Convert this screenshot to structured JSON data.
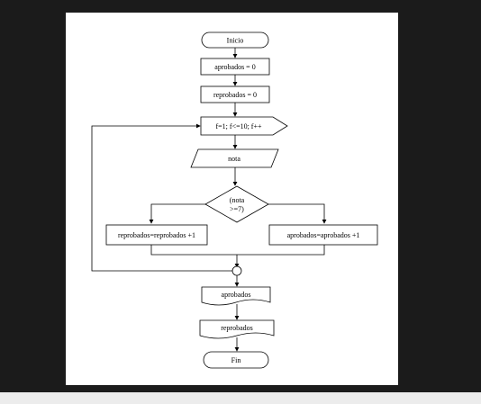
{
  "flowchart": {
    "start": "Inicio",
    "init_aprobados": "aprobados = 0",
    "init_reprobados": "reprobados = 0",
    "loop": "f=1; f<=10; f++",
    "input": "nota",
    "condition_line1": "(nota",
    "condition_line2": ">=7)",
    "else_branch": "reprobados=reprobados +1",
    "then_branch": "aprobados=aprobados +1",
    "output_aprobados": "aprobados",
    "output_reprobados": "reprobados",
    "end": "Fin"
  }
}
